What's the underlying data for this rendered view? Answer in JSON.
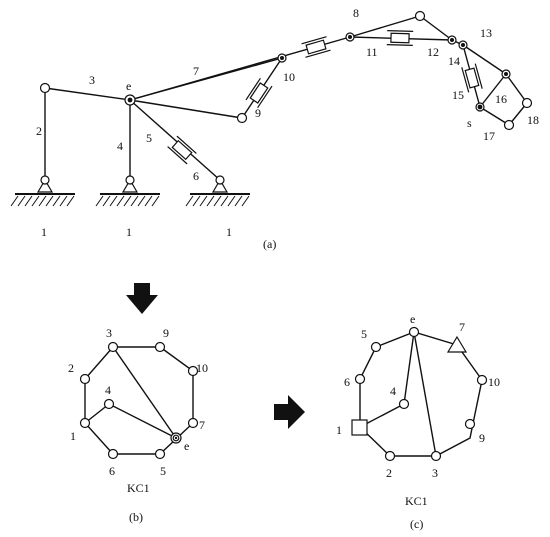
{
  "diagram_a": {
    "caption": "(a)",
    "link_labels": {
      "l2": "2",
      "l3": "3",
      "l4": "4",
      "l5": "5",
      "l6": "6",
      "l7": "7",
      "l8": "8",
      "l9": "9",
      "l10": "10",
      "l11": "11",
      "l12": "12",
      "l13": "13",
      "l14": "14",
      "l15": "15",
      "l16": "16",
      "l17": "17",
      "l18": "18"
    },
    "ground_labels": [
      "1",
      "1",
      "1"
    ],
    "joint_e": "e",
    "joint_s": "s"
  },
  "diagram_b": {
    "caption": "(b)",
    "chain_name": "KC1",
    "node_labels": {
      "n3": "3",
      "n9": "9",
      "n2": "2",
      "n10": "10",
      "n4": "4",
      "n1": "1",
      "n7": "7",
      "n6": "6",
      "n5": "5",
      "ne": "e"
    }
  },
  "diagram_c": {
    "caption": "(c)",
    "chain_name": "KC1",
    "node_labels": {
      "ne": "e",
      "n5": "5",
      "n7": "7",
      "n6": "6",
      "n4": "4",
      "n10": "10",
      "n1": "1",
      "n9": "9",
      "n2": "2",
      "n3": "3"
    }
  }
}
